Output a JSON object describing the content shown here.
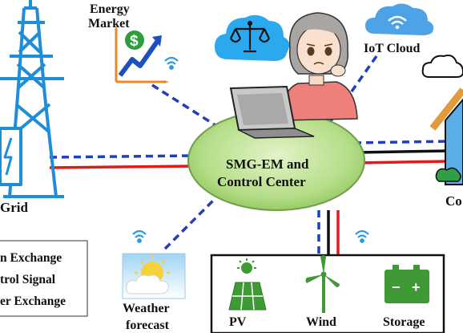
{
  "labels": {
    "energy_market_line1": "Energy",
    "energy_market_line2": "Market",
    "iot_cloud": "IoT Cloud",
    "grid": "Grid",
    "center_line1": "SMG-EM and",
    "center_line2": "Control Center",
    "consumer_partial": "Co",
    "weather_line1": "Weather",
    "weather_line2": "forecast",
    "pv": "PV",
    "wind": "Wind",
    "storage": "Storage"
  },
  "legend": {
    "items": [
      "n Exchange",
      "trol Signal",
      "er Exchange"
    ]
  },
  "icons": {
    "dollar_sign": "$",
    "battery_minus": "−",
    "battery_plus": "+"
  },
  "colors": {
    "data_line": "#1f3fbf",
    "power_line": "#e11b1b",
    "control_line": "#111111",
    "center_fill": "#b5dd88",
    "cloud_blue": "#4da3e6",
    "scale_cloud": "#2aa9ef",
    "tower_blue": "#1e8ed8",
    "solar_green": "#3f9a35"
  }
}
